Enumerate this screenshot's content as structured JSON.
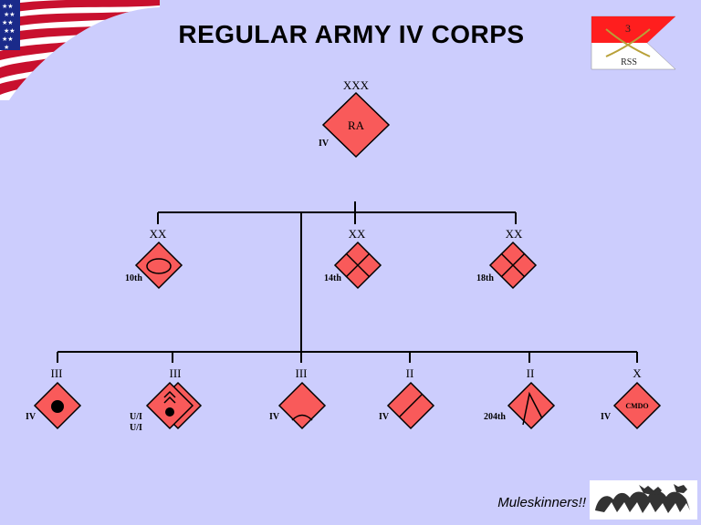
{
  "title": "REGULAR ARMY IV CORPS",
  "footer": "Muleskinners!!",
  "guidon": {
    "number": "3",
    "text": "RSS",
    "color": "#ff1e1e"
  },
  "colors": {
    "background": "#cccdfd",
    "symbol_fill": "#f95a5a",
    "line": "#000000"
  },
  "corps": {
    "echelon": "XXX",
    "symbol_text": "RA",
    "designation": "IV"
  },
  "divisions": [
    {
      "echelon": "XX",
      "designation": "10th",
      "icon": "aviation-oval"
    },
    {
      "echelon": "XX",
      "designation": "14th",
      "icon": "cross"
    },
    {
      "echelon": "XX",
      "designation": "18th",
      "icon": "cross"
    }
  ],
  "units": [
    {
      "echelon": "III",
      "designation": "IV",
      "icon": "filled-circle"
    },
    {
      "echelon": "III",
      "designation": "U/I",
      "designation2": "U/I",
      "icon": "chevrons-circle"
    },
    {
      "echelon": "III",
      "designation": "IV",
      "icon": "arc"
    },
    {
      "echelon": "II",
      "designation": "IV",
      "icon": "diagonal"
    },
    {
      "echelon": "II",
      "designation": "204th",
      "icon": "peak"
    },
    {
      "echelon": "X",
      "designation": "IV",
      "icon": "text",
      "symbol_text": "CMDO"
    }
  ]
}
